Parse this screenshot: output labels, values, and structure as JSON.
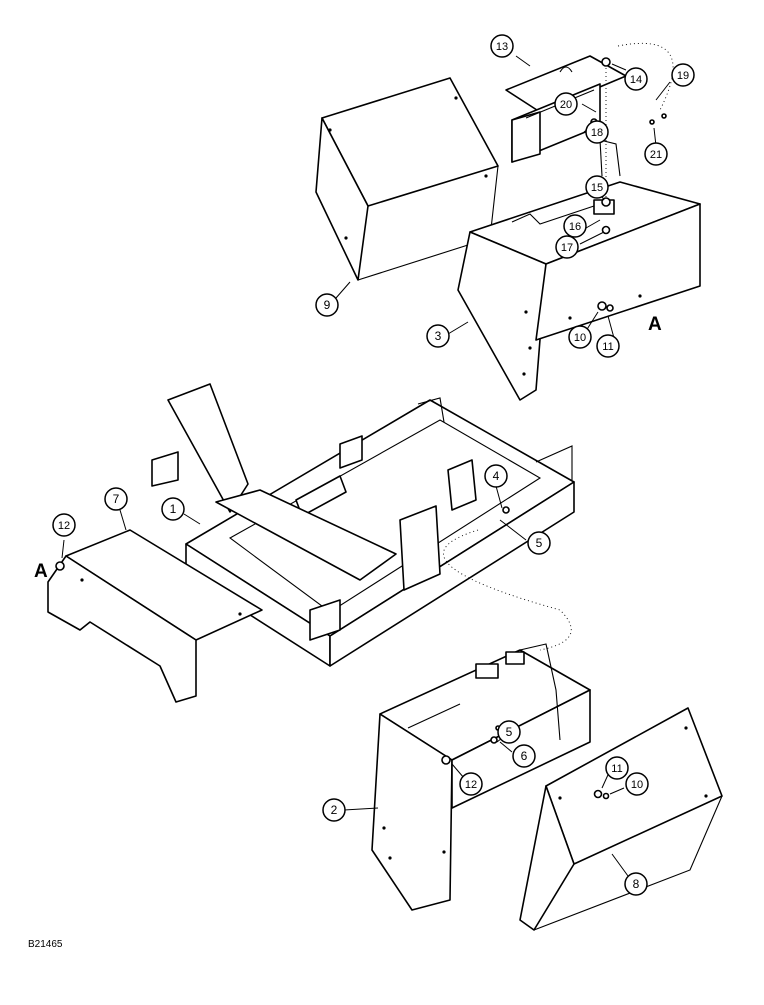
{
  "callouts": [
    {
      "id": "c1",
      "label": "1"
    },
    {
      "id": "c2",
      "label": "2"
    },
    {
      "id": "c3",
      "label": "3"
    },
    {
      "id": "c4",
      "label": "4"
    },
    {
      "id": "c5a",
      "label": "5"
    },
    {
      "id": "c5b",
      "label": "5"
    },
    {
      "id": "c6",
      "label": "6"
    },
    {
      "id": "c7",
      "label": "7"
    },
    {
      "id": "c8",
      "label": "8"
    },
    {
      "id": "c9",
      "label": "9"
    },
    {
      "id": "c10a",
      "label": "10"
    },
    {
      "id": "c10b",
      "label": "10"
    },
    {
      "id": "c11a",
      "label": "11"
    },
    {
      "id": "c11b",
      "label": "11"
    },
    {
      "id": "c12a",
      "label": "12"
    },
    {
      "id": "c12b",
      "label": "12"
    },
    {
      "id": "c13",
      "label": "13"
    },
    {
      "id": "c14",
      "label": "14"
    },
    {
      "id": "c15",
      "label": "15"
    },
    {
      "id": "c16",
      "label": "16"
    },
    {
      "id": "c17",
      "label": "17"
    },
    {
      "id": "c18",
      "label": "18"
    },
    {
      "id": "c19",
      "label": "19"
    },
    {
      "id": "c20",
      "label": "20"
    },
    {
      "id": "c21",
      "label": "21"
    }
  ],
  "markers": {
    "a_right": "A",
    "a_left": "A"
  },
  "figure_code": "B21465"
}
